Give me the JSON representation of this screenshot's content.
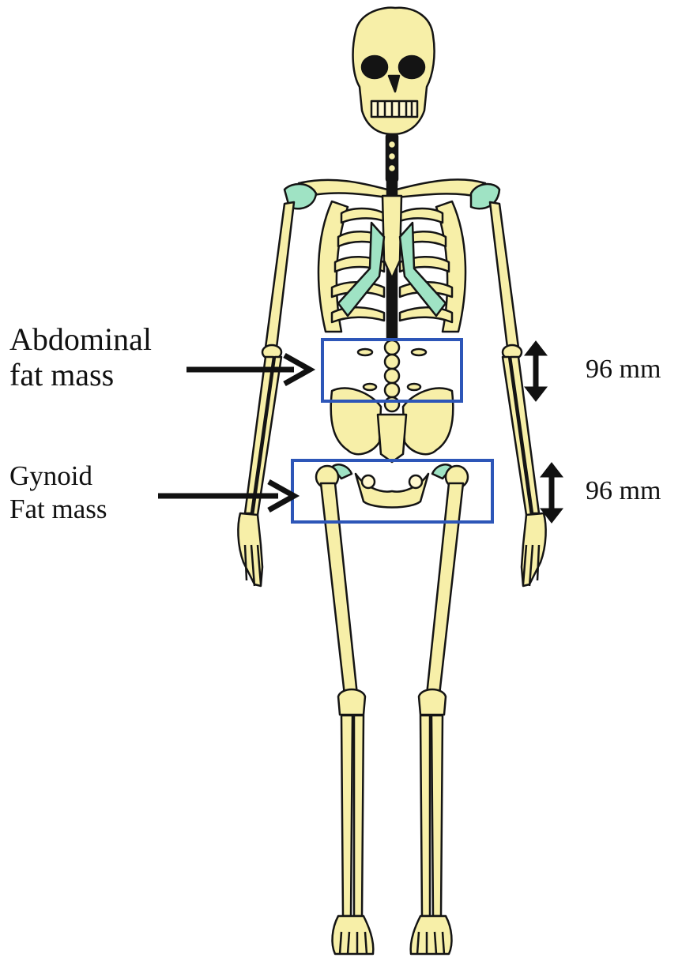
{
  "regions": {
    "abdominal": {
      "label_lines": [
        "Abdominal",
        "fat mass"
      ],
      "measurement": "96 mm"
    },
    "gynoid": {
      "label_lines": [
        "Gynoid",
        "Fat mass"
      ],
      "measurement": "96 mm"
    }
  },
  "colors": {
    "bone": "#f7efa8",
    "outline": "#141414",
    "cartilage": "#9fe3c4",
    "shadow": "#c9c9c9",
    "region_box": "#2d56b8",
    "arrow": "#111111"
  },
  "icons": {
    "pointer_arrow": "right-arrow-icon",
    "measurement_arrow": "double-vertical-arrow-icon"
  }
}
